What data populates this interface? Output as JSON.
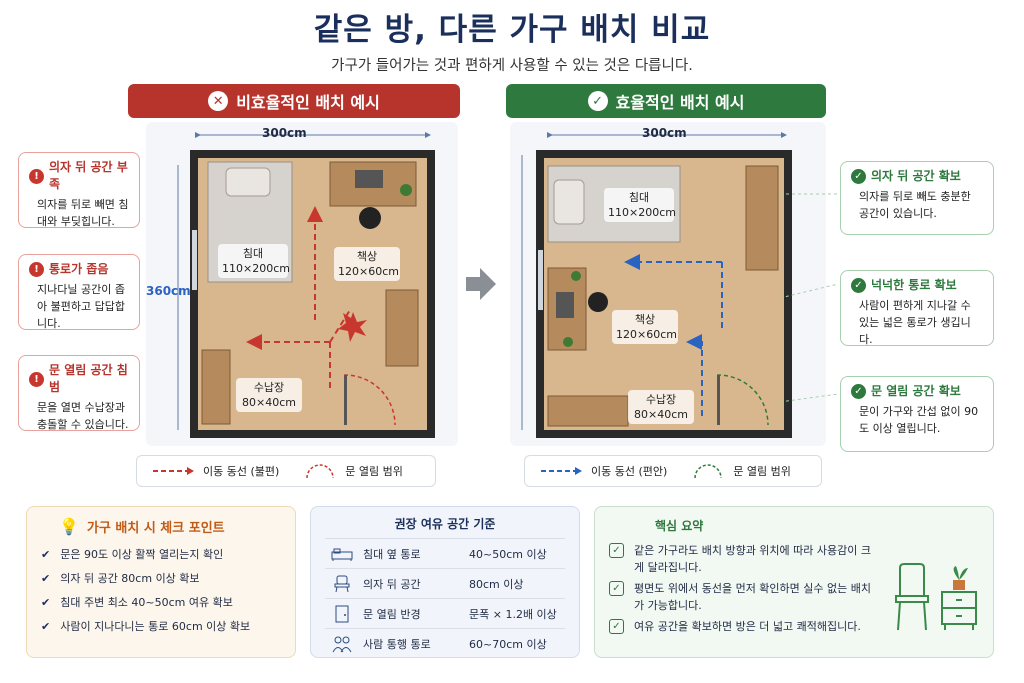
{
  "header": {
    "title": "같은 방, 다른 가구 배치 비교",
    "subtitle": "가구가 들어가는 것과 편하게 사용할 수 있는 것은 다릅니다."
  },
  "bad": {
    "banner": "비효율적인 배치 예시",
    "banner_icon": "x-circle-icon",
    "width_label": "300cm",
    "height_label": "360cm",
    "bed": {
      "name": "침대",
      "size": "110×200cm"
    },
    "desk": {
      "name": "책상",
      "size": "120×60cm"
    },
    "storage": {
      "name": "수납장",
      "size": "80×40cm"
    },
    "callouts": [
      {
        "title": "의자 뒤 공간 부족",
        "text": "의자를 뒤로 빼면 침대와 부딪힙니다."
      },
      {
        "title": "통로가 좁음",
        "text": "지나다닐 공간이 좁아 불편하고 답답합니다."
      },
      {
        "title": "문 열림 공간 침범",
        "text": "문을 열면 수납장과 충돌할 수 있습니다."
      }
    ],
    "legend_path": "이동 동선 (불편)",
    "legend_door": "문 열림 범위"
  },
  "good": {
    "banner": "효율적인 배치 예시",
    "banner_icon": "check-circle-icon",
    "width_label": "300cm",
    "bed": {
      "name": "침대",
      "size": "110×200cm"
    },
    "desk": {
      "name": "책상",
      "size": "120×60cm"
    },
    "storage": {
      "name": "수납장",
      "size": "80×40cm"
    },
    "callouts": [
      {
        "title": "의자 뒤 공간 확보",
        "text": "의자를 뒤로 빼도 충분한 공간이 있습니다."
      },
      {
        "title": "넉넉한 통로 확보",
        "text": "사람이 편하게 지나갈 수 있는 넓은 통로가 생깁니다."
      },
      {
        "title": "문 열림 공간 확보",
        "text": "문이 가구와 간섭 없이 90도 이상 열립니다."
      }
    ],
    "legend_path": "이동 동선 (편안)",
    "legend_door": "문 열림 범위"
  },
  "colors": {
    "bad": "#b7342c",
    "good": "#2e7a3e",
    "path_bad": "#c8372e",
    "path_good": "#2a64c0",
    "floor": "#d8b78f",
    "wall": "#2a2a2a"
  },
  "checklist": {
    "title": "가구 배치 시 체크 포인트",
    "items": [
      "문은 90도 이상 활짝 열리는지 확인",
      "의자 뒤 공간 80cm 이상 확보",
      "침대 주변 최소 40~50cm 여유 확보",
      "사람이 지나다니는 통로 60cm 이상 확보"
    ]
  },
  "standards": {
    "title": "권장 여유 공간 기준",
    "rows": [
      {
        "icon": "bed-icon",
        "label": "침대 옆 통로",
        "value": "40~50cm 이상"
      },
      {
        "icon": "chair-icon",
        "label": "의자 뒤 공간",
        "value": "80cm 이상"
      },
      {
        "icon": "door-icon",
        "label": "문 열림 반경",
        "value": "문폭 × 1.2배 이상"
      },
      {
        "icon": "people-icon",
        "label": "사람 통행 통로",
        "value": "60~70cm 이상"
      }
    ]
  },
  "summary": {
    "title": "핵심 요약",
    "items": [
      "같은 가구라도 배치 방향과 위치에 따라 사용감이 크게 달라집니다.",
      "평면도 위에서 동선을 먼저 확인하면 실수 없는 배치가 가능합니다.",
      "여유 공간을 확보하면 방은 더 넓고 쾌적해집니다."
    ]
  }
}
